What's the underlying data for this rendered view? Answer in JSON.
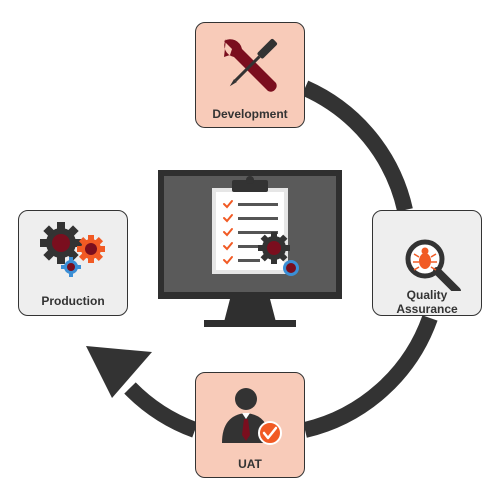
{
  "colors": {
    "arrow": "#333333",
    "accent_dark_red": "#7a0e1e",
    "accent_orange": "#f15a24",
    "accent_blue": "#3b8fd6",
    "stage_highlight_bg": "#f8cbb9",
    "stage_neutral_bg": "#eeeeee",
    "monitor_frame": "#2f2f2f",
    "monitor_screen": "#5a5a5a"
  },
  "stages": {
    "development": {
      "label": "Development",
      "icon": "wrench-screwdriver-icon",
      "style": "highlight"
    },
    "quality_assurance": {
      "label_line1": "Quality",
      "label_line2": "Assurance",
      "icon": "magnifier-bug-icon",
      "style": "neutral"
    },
    "uat": {
      "label": "UAT",
      "icon": "user-check-icon",
      "style": "highlight"
    },
    "production": {
      "label": "Production",
      "icon": "gears-icon",
      "style": "neutral"
    }
  },
  "center": {
    "icon": "monitor-checklist-icon",
    "checklist_item_count": 5
  }
}
